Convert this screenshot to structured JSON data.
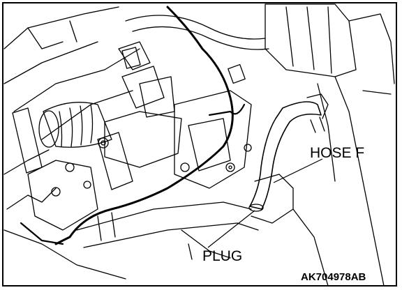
{
  "labels": {
    "hose": "HOSE F",
    "plug": "PLUG"
  },
  "figure_code": "AK704978AB",
  "colors": {
    "line": "#000000",
    "background": "#ffffff"
  }
}
